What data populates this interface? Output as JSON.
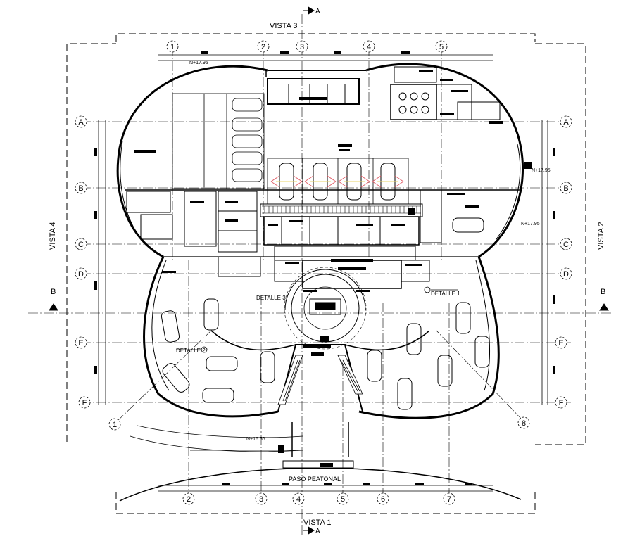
{
  "views": {
    "top": "VISTA 3",
    "bottom": "VISTA 1",
    "left": "VISTA 4",
    "right": "VISTA 2"
  },
  "section_marks": {
    "top_arrow": "A",
    "bottom_arrow": "A",
    "left_b": "B",
    "right_b": "B"
  },
  "grid": {
    "top_numbers": [
      "1",
      "2",
      "3",
      "4",
      "5"
    ],
    "bottom_numbers": [
      "2",
      "3",
      "4",
      "5",
      "6",
      "7"
    ],
    "corner_left": "1",
    "corner_right": "8",
    "rows_left": [
      "A",
      "B",
      "C",
      "D",
      "E",
      "F"
    ],
    "rows_right": [
      "A",
      "B",
      "C",
      "D",
      "E",
      "F"
    ]
  },
  "levels": {
    "top_left": "N+17.95",
    "right_upper": "N+17.95",
    "right_lower": "N+17.95",
    "entrance": "N+16.56"
  },
  "details": {
    "detalle_1": "DETALLE 1",
    "detalle_2": "DETALLE 2",
    "detalle_3": "DETALLE 3"
  },
  "entrance_label": "PASO PEATONAL",
  "colors": {
    "line": "#000000",
    "highlight_car": "#e0606a",
    "highlight_car_alt": "#e8d56a"
  }
}
